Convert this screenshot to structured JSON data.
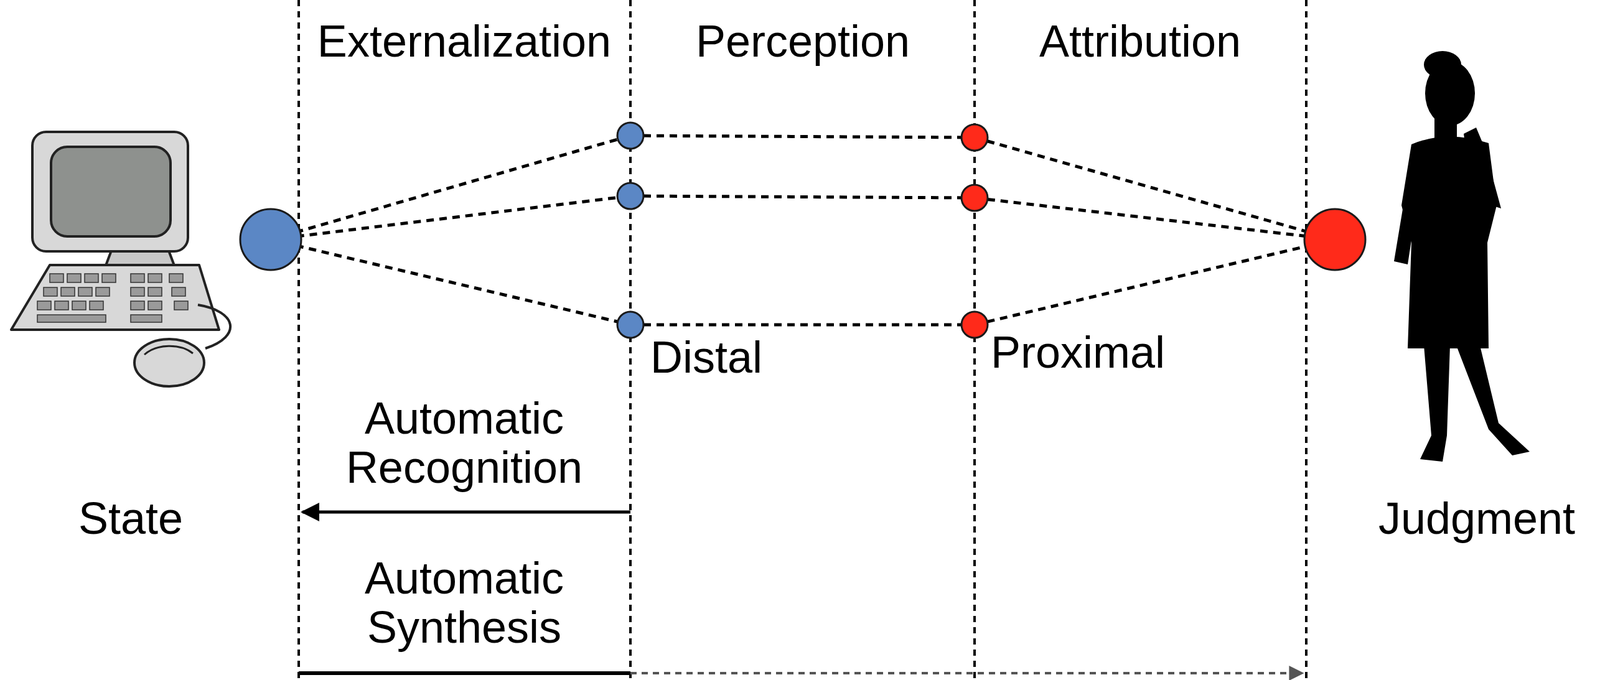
{
  "diagram": {
    "labels": [
      "Externalization",
      "Perception",
      "Attribution",
      "Distal",
      "Proximal",
      "Automatic Recognition",
      "Automatic Synthesis",
      "State",
      "Judgment"
    ]
  }
}
